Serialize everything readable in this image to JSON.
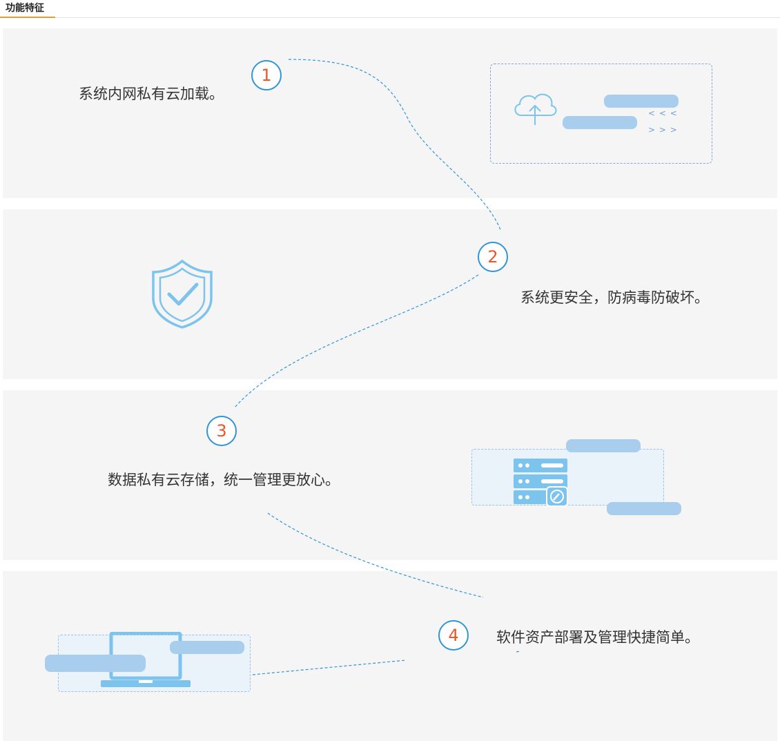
{
  "header": {
    "title": "功能特征"
  },
  "features": [
    {
      "number": "1",
      "text": "系统内网私有云加载。"
    },
    {
      "number": "2",
      "text": "系统更安全，防病毒防破坏。"
    },
    {
      "number": "3",
      "text": "数据私有云存储，统一管理更放心。"
    },
    {
      "number": "4",
      "text": "软件资产部署及管理快捷简单。"
    }
  ],
  "upload_card": {
    "arrows_left": "< < <",
    "arrows_right": "> > >"
  },
  "icons": [
    "cloud-upload-icon",
    "shield-check-icon",
    "server-edit-icon",
    "laptop-icon"
  ],
  "colors": {
    "accent_orange": "#f29a2e",
    "badge_border": "#2f94d8",
    "badge_number": "#e8572a",
    "panel_bg": "#f4f5f4",
    "icon_blue": "#7cc3ee",
    "placeholder_bar": "#a9cdec"
  }
}
